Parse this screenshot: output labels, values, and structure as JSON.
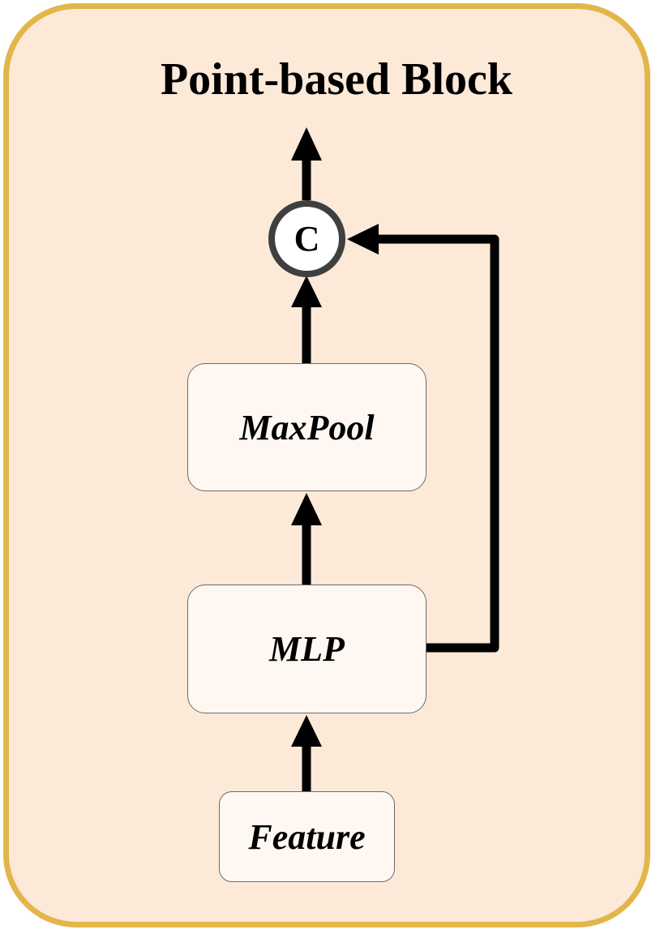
{
  "diagram": {
    "title": "Point-based Block",
    "concat_symbol": "C",
    "nodes": {
      "maxpool": "MaxPool",
      "mlp": "MLP",
      "feature": "Feature"
    },
    "edges": [
      {
        "from": "Feature",
        "to": "MLP"
      },
      {
        "from": "MLP",
        "to": "MaxPool"
      },
      {
        "from": "MaxPool",
        "to": "C"
      },
      {
        "from": "MLP",
        "to": "C",
        "type": "skip"
      },
      {
        "from": "C",
        "to": "output"
      }
    ],
    "colors": {
      "panel_fill": "#fde9d8",
      "panel_border": "#e2b64a",
      "box_fill": "#fff8f2",
      "concat_border": "#3f3f3f",
      "arrow": "#000000"
    }
  }
}
